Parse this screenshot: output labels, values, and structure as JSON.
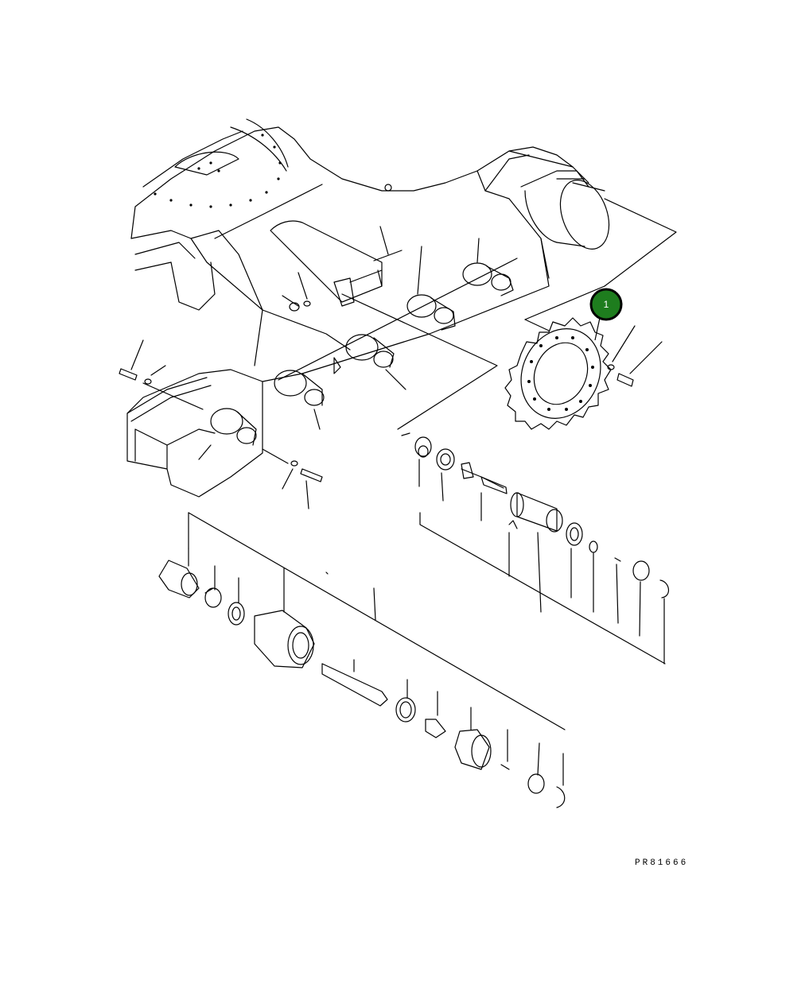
{
  "callouts": [
    {
      "label": "1",
      "part": "sprocket",
      "color": "#1e7d1e",
      "ring_color": "#000000"
    }
  ],
  "drawing_code": "PR81666"
}
